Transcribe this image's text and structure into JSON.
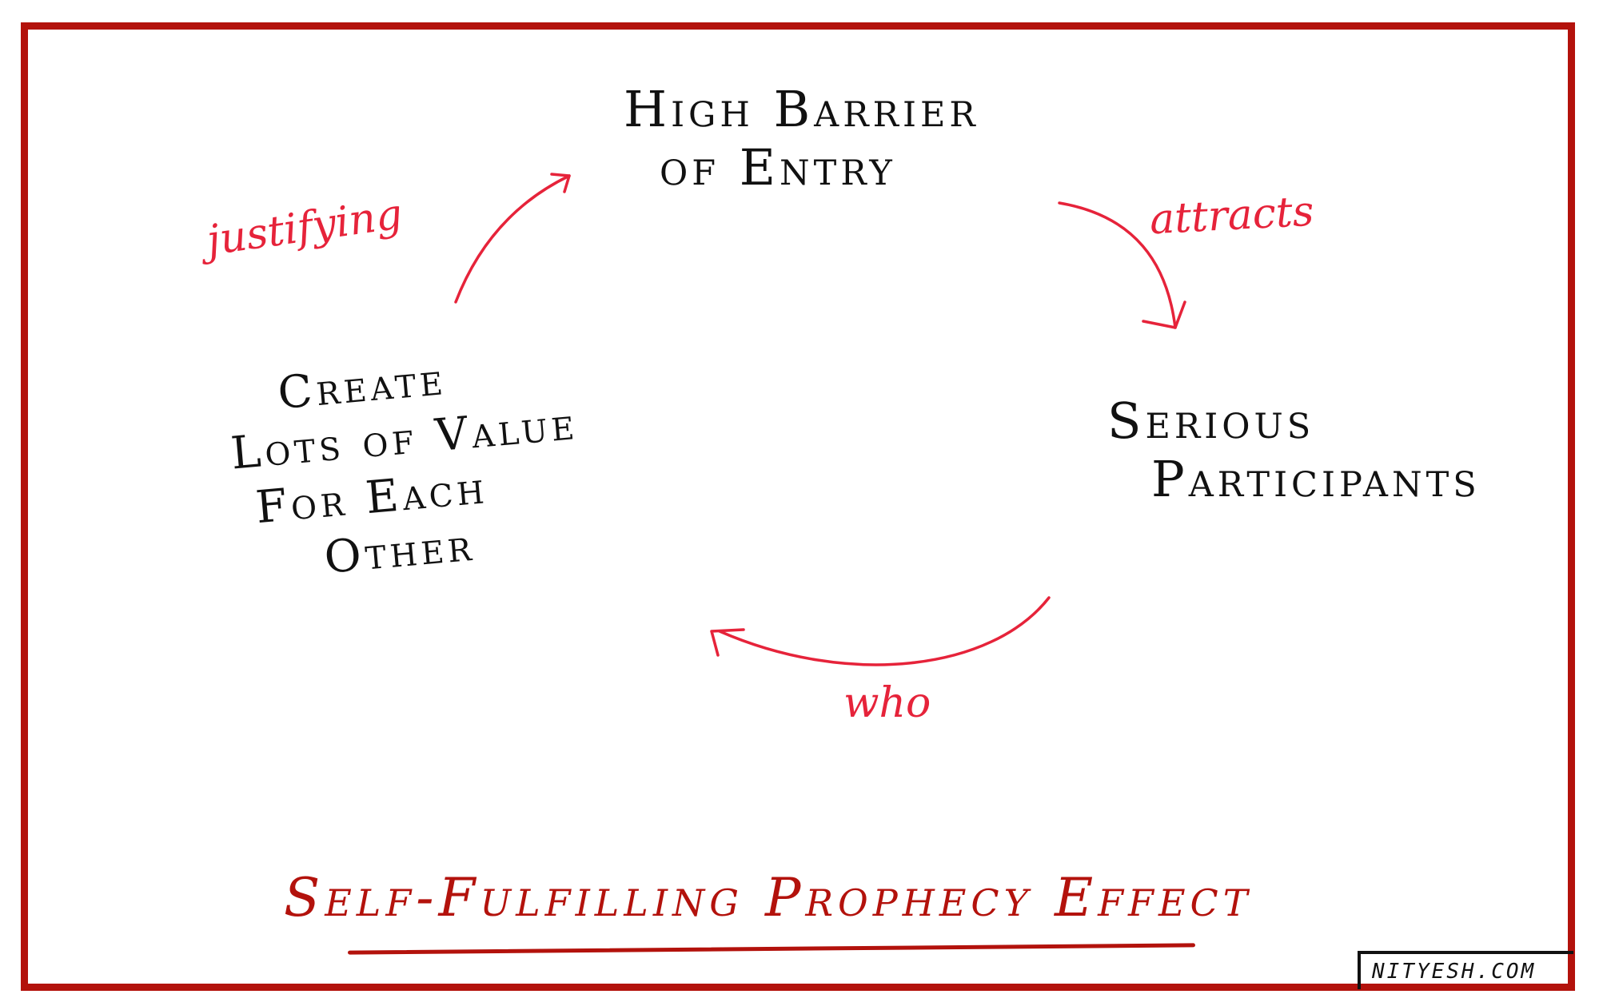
{
  "diagram": {
    "nodes": {
      "top": [
        "High Barrier",
        "of Entry"
      ],
      "right": [
        "Serious",
        "Participants"
      ],
      "left": [
        "Create",
        "Lots of Value",
        "For Each",
        "Other"
      ]
    },
    "edges": {
      "top_to_right": "attracts",
      "right_to_left": "who",
      "left_to_top": "justifying"
    },
    "title": "Self-Fulfilling Prophecy Effect",
    "watermark": "NITYESH.COM",
    "colors": {
      "frame": "#b3120c",
      "arrows": "#e6233a",
      "text": "#111111"
    }
  }
}
